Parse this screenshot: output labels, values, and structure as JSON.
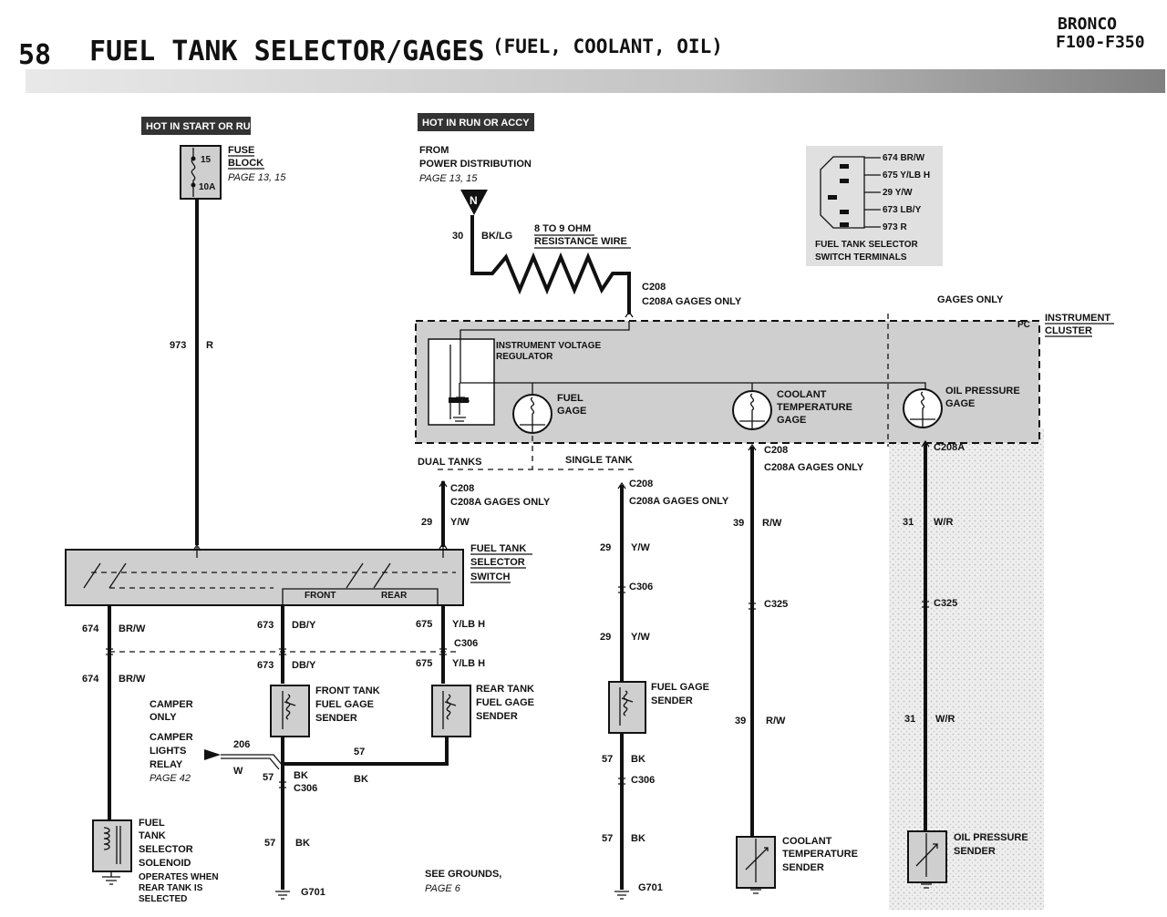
{
  "header": {
    "page_number": "58",
    "title": "FUEL TANK SELECTOR/GAGES",
    "subtitle": "(FUEL, COOLANT, OIL)",
    "model_line1": "BRONCO",
    "model_line2": "F100-F350"
  },
  "power": {
    "hot_start_run": "HOT IN START OR RUN",
    "hot_run_accy": "HOT IN RUN OR ACCY",
    "fuse_label": "FUSE",
    "fuse_block": "BLOCK",
    "fuse_page": "PAGE 13, 15",
    "fuse_num": "15",
    "fuse_amp": "10A",
    "from1": "FROM",
    "from2": "POWER DISTRIBUTION",
    "from_page": "PAGE 13, 15",
    "n_terminal": "N"
  },
  "wires": {
    "w973": "973",
    "r": "R",
    "w30": "30",
    "bklg": "BK/LG",
    "res1": "8 TO 9 OHM",
    "res2": "RESISTANCE WIRE",
    "c208": "C208",
    "c208a_gages": "C208A GAGES ONLY",
    "c208a": "C208A",
    "gages_only": "GAGES ONLY",
    "dual_tanks": "DUAL TANKS",
    "single_tank": "SINGLE TANK",
    "w29": "29",
    "yw": "Y/W",
    "w39": "39",
    "rw": "R/W",
    "w31": "31",
    "wr": "W/R",
    "c306": "C306",
    "c325": "C325",
    "w674": "674",
    "brw": "BR/W",
    "w673": "673",
    "dby": "DB/Y",
    "w675": "675",
    "ylbh": "Y/LB H",
    "w57": "57",
    "bk": "BK",
    "w206": "206",
    "w": "W",
    "g701": "G701"
  },
  "cluster": {
    "label1": "INSTRUMENT",
    "label2": "CLUSTER",
    "pc": "PC",
    "ivr1": "INSTRUMENT VOLTAGE",
    "ivr2": "REGULATOR",
    "fuel1": "FUEL",
    "fuel2": "GAGE",
    "cool1": "COOLANT",
    "cool2": "TEMPERATURE",
    "cool3": "GAGE",
    "oil1": "OIL PRESSURE",
    "oil2": "GAGE"
  },
  "selector": {
    "label1": "FUEL TANK",
    "label2": "SELECTOR",
    "label3": "SWITCH",
    "front": "FRONT",
    "rear": "REAR"
  },
  "terminals": {
    "t1": "674 BR/W",
    "t2": "675 Y/LB H",
    "t3": "29 Y/W",
    "t4": "673 LB/Y",
    "t5": "973 R",
    "cap1": "FUEL TANK SELECTOR",
    "cap2": "SWITCH TERMINALS"
  },
  "components": {
    "front1": "FRONT TANK",
    "front2": "FUEL GAGE",
    "front3": "SENDER",
    "rear1": "REAR TANK",
    "rear2": "FUEL GAGE",
    "rear3": "SENDER",
    "fgs1": "FUEL GAGE",
    "fgs2": "SENDER",
    "cts1": "COOLANT",
    "cts2": "TEMPERATURE",
    "cts3": "SENDER",
    "ops1": "OIL PRESSURE",
    "ops2": "SENDER",
    "sol1": "FUEL",
    "sol2": "TANK",
    "sol3": "SELECTOR",
    "sol4": "SOLENOID",
    "sol5": "OPERATES WHEN",
    "sol6": "REAR TANK IS",
    "sol7": "SELECTED",
    "camper1": "CAMPER",
    "camper2": "ONLY",
    "relay1": "CAMPER",
    "relay2": "LIGHTS",
    "relay3": "RELAY",
    "relay_page": "PAGE 42",
    "grounds1": "SEE GROUNDS,",
    "grounds2": "PAGE 6"
  }
}
